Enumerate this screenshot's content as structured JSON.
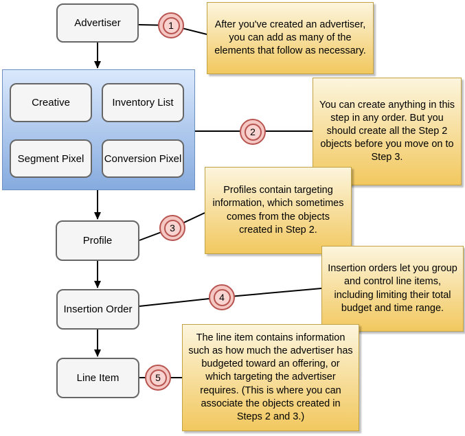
{
  "diagram": {
    "nodes": {
      "advertiser": {
        "label": "Advertiser"
      },
      "creative": {
        "label": "Creative"
      },
      "inventory_list": {
        "label": "Inventory List"
      },
      "segment_pixel": {
        "label": "Segment Pixel"
      },
      "conversion_pixel": {
        "label": "Conversion Pixel"
      },
      "profile": {
        "label": "Profile"
      },
      "insertion_order": {
        "label": "Insertion Order"
      },
      "line_item": {
        "label": "Line Item"
      }
    },
    "steps": [
      {
        "number": "1",
        "note": "After you've created an advertiser, you can add as many of the elements that follow as necessary."
      },
      {
        "number": "2",
        "note": "You can create anything in this step in any order. But you should create all the Step 2 objects before you move on to Step 3."
      },
      {
        "number": "3",
        "note": "Profiles contain targeting information, which sometimes comes from the objects created in Step 2."
      },
      {
        "number": "4",
        "note": "Insertion orders let you group and control line items, including limiting their total budget and time range."
      },
      {
        "number": "5",
        "note": "The line item contains information such as how much the advertiser has budgeted toward an offering, or which targeting the advertiser requires. (This is where you can associate the objects created in Steps 2 and 3.)"
      }
    ],
    "colors": {
      "node_fill": "#f5f5f5",
      "node_border": "#666666",
      "container_fill_top": "#dae8fc",
      "container_fill_bottom": "#86abdf",
      "container_border": "#6c8ebf",
      "note_fill_top": "#fcf5dd",
      "note_fill_bottom": "#f2c85f",
      "note_border": "#c0a143",
      "badge_fill": "#f5c7c3",
      "badge_border": "#b85450",
      "connector": "#000000"
    }
  }
}
